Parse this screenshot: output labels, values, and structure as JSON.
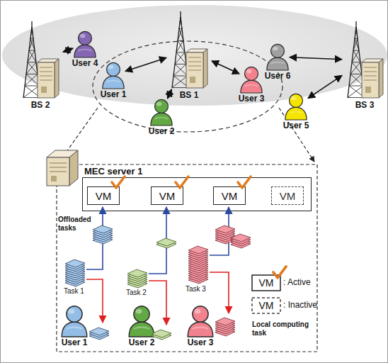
{
  "diagram": {
    "nodes": [
      {
        "text": [
          "User 4"
        ]
      },
      {
        "text": [
          "BS 2"
        ]
      },
      {
        "text": [
          "User 1"
        ]
      },
      {
        "text": [
          "BS 1"
        ]
      },
      {
        "text": [
          "User 3"
        ]
      },
      {
        "text": [
          "User 2"
        ]
      },
      {
        "text": [
          "User 6"
        ]
      },
      {
        "text": [
          "User 5"
        ]
      },
      {
        "text": [
          "BS 3"
        ]
      },
      {
        "text": [
          "MEC server 1"
        ]
      },
      {
        "text": [
          "VM"
        ],
        "in": 9
      },
      {
        "text": [
          "VM"
        ],
        "in": 9
      },
      {
        "text": [
          "VM"
        ],
        "in": 9
      },
      {
        "text": [
          "VM"
        ],
        "in": 9
      },
      {
        "text": [
          "User 1"
        ]
      },
      {
        "text": [
          "User 2"
        ]
      },
      {
        "text": [
          "User 3"
        ]
      }
    ],
    "edges": [
      {
        "from": 0,
        "to": 1,
        "arrow": "both"
      },
      {
        "from": 2,
        "to": 3,
        "arrow": "both"
      },
      {
        "from": 5,
        "to": 3,
        "arrow": "both"
      },
      {
        "from": 4,
        "to": 3,
        "arrow": "both"
      },
      {
        "from": 6,
        "to": 8,
        "arrow": "both"
      },
      {
        "from": 7,
        "to": 8,
        "arrow": "both"
      }
    ],
    "labels": [
      "Offloaded tasks",
      "Task 1",
      "Task 2",
      "Task 3",
      "VM",
      "VM",
      "Local computing task"
    ],
    "legend": [
      {
        "text": ": Active"
      },
      {
        "text": ": Inactive"
      }
    ]
  }
}
